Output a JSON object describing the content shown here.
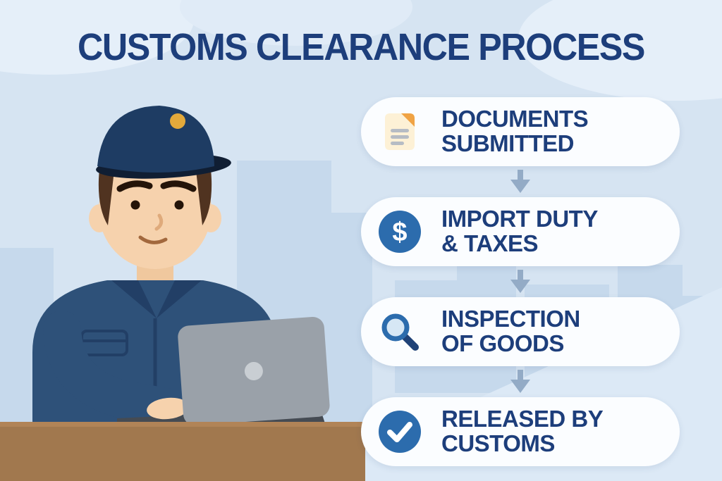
{
  "title": "CUSTOMS CLEARANCE PROCESS",
  "colors": {
    "title_text": "#1d3e7b",
    "step_text": "#1d3e7b",
    "icon_blue": "#2c6cad",
    "arrow": "#93abc6",
    "background": "#d6e4f2",
    "card_background": "#fbfdff",
    "uniform_navy": "#2e5179",
    "desk_brown": "#a1784e",
    "badge_gold": "#e3a93b"
  },
  "steps": [
    {
      "icon": "document-icon",
      "line1": "DOCUMENTS",
      "line2": "SUBMITTED"
    },
    {
      "icon": "dollar-icon",
      "line1": "IMPORT DUTY",
      "line2": "& TAXES"
    },
    {
      "icon": "magnifier-icon",
      "line1": "INSPECTION",
      "line2": "OF GOODS"
    },
    {
      "icon": "check-icon",
      "line1": "RELEASED BY",
      "line2": "CUSTOMS"
    }
  ]
}
